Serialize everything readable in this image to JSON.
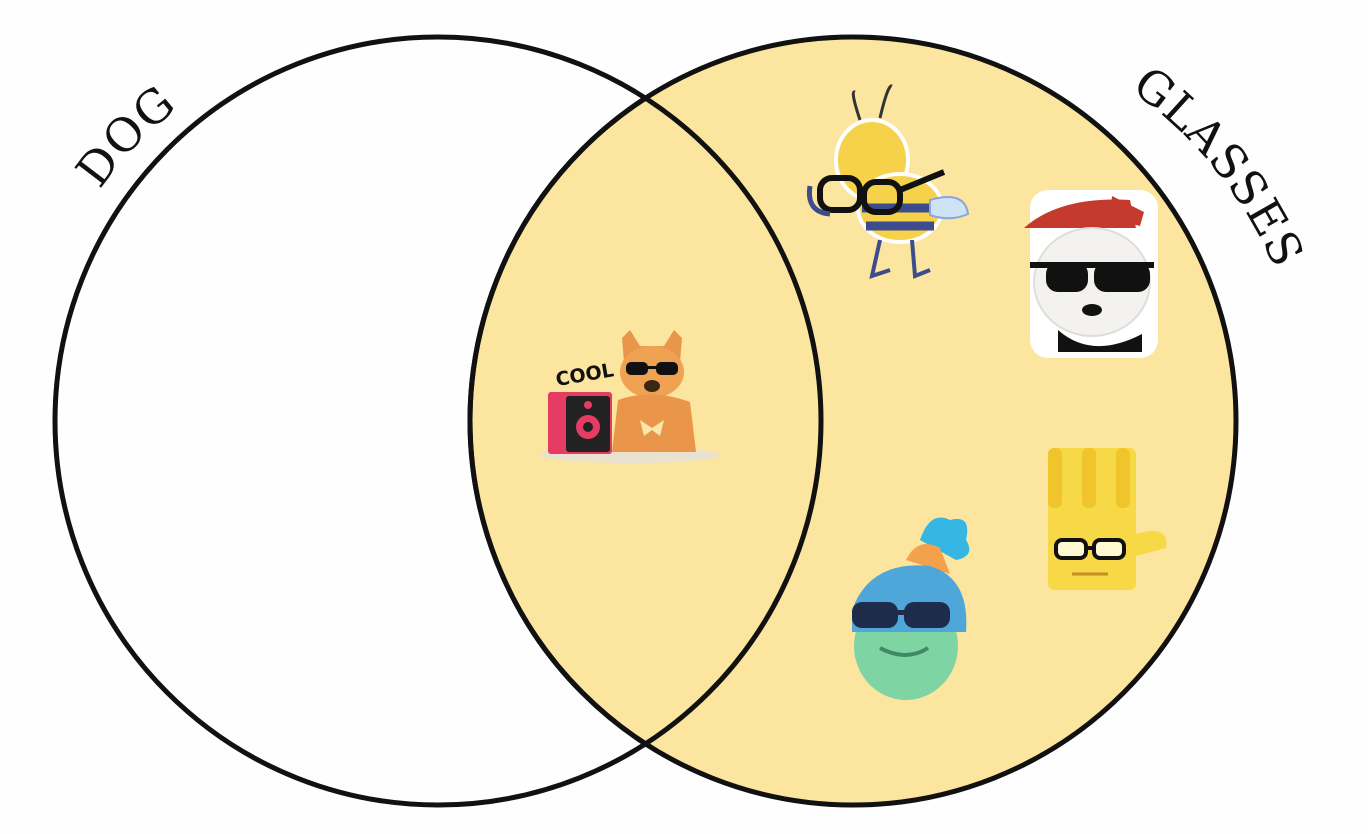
{
  "diagram": {
    "type": "venn",
    "sets": [
      {
        "label": "DOG",
        "fill": "none"
      },
      {
        "label": "GLASSES",
        "fill": "#fce59e"
      }
    ],
    "colors": {
      "background": "#fefefe",
      "outline": "#111111",
      "glasses_fill": "#fce59e"
    },
    "items": [
      {
        "name": "cool-dog-with-sunglasses-sticker",
        "region": "DOG ∩ GLASSES",
        "text": "COOL"
      },
      {
        "name": "bee-with-glasses-sticker",
        "region": "GLASSES only"
      },
      {
        "name": "panda-with-sunglasses-sticker",
        "region": "GLASSES only"
      },
      {
        "name": "yellow-hand-with-glasses-sticker",
        "region": "GLASSES only"
      },
      {
        "name": "green-head-with-sunglasses-sticker",
        "region": "GLASSES only"
      }
    ]
  }
}
